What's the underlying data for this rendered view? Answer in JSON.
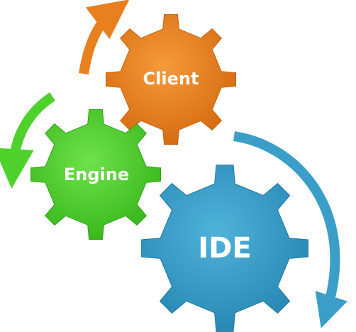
{
  "gears": [
    {
      "id": "client",
      "label": "Client",
      "color": "#e8801f"
    },
    {
      "id": "engine",
      "label": "Engine",
      "color": "#4fd12c"
    },
    {
      "id": "ide",
      "label": "IDE",
      "color": "#3a9ec9"
    }
  ],
  "arrows": [
    {
      "id": "client-arrow",
      "color": "#e8801f"
    },
    {
      "id": "engine-arrow",
      "color": "#4fd12c"
    },
    {
      "id": "ide-arrow",
      "color": "#3a9ec9"
    }
  ]
}
